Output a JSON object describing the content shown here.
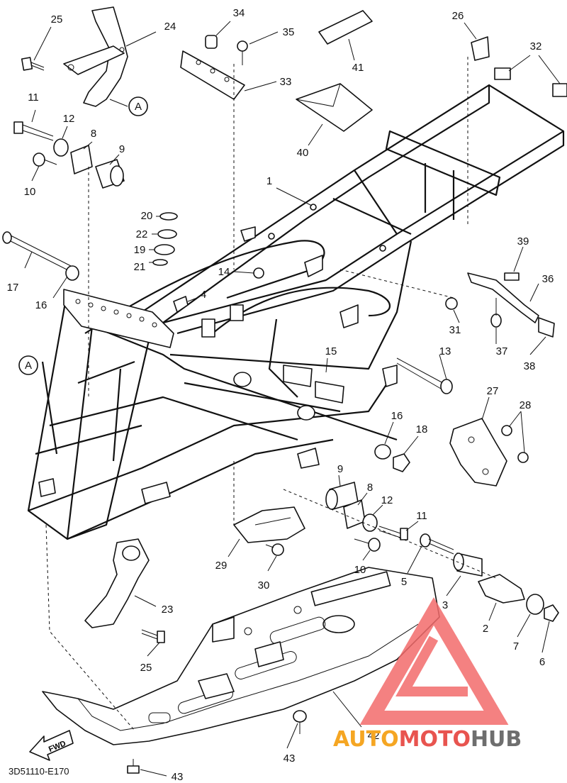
{
  "diagram_code": "3D51110-E170",
  "fwd_label": "FWD",
  "ref_marker": "A",
  "callouts": {
    "c1": "1",
    "c2": "2",
    "c3": "3",
    "c4": "4",
    "c5": "5",
    "c6": "6",
    "c7": "7",
    "c8a": "8",
    "c8b": "8",
    "c9a": "9",
    "c9b": "9",
    "c10a": "10",
    "c10b": "10",
    "c11a": "11",
    "c11b": "11",
    "c12a": "12",
    "c12b": "12",
    "c13": "13",
    "c14": "14",
    "c15": "15",
    "c16a": "16",
    "c16b": "16",
    "c17": "17",
    "c18": "18",
    "c19": "19",
    "c20": "20",
    "c21": "21",
    "c22": "22",
    "c23": "23",
    "c24": "24",
    "c25a": "25",
    "c25b": "25",
    "c26": "26",
    "c27": "27",
    "c28": "28",
    "c29": "29",
    "c30": "30",
    "c31": "31",
    "c32": "32",
    "c33": "33",
    "c34": "34",
    "c35": "35",
    "c36": "36",
    "c37": "37",
    "c38": "38",
    "c39": "39",
    "c40": "40",
    "c41": "41",
    "c42": "42",
    "c43a": "43",
    "c43b": "43"
  },
  "watermark": {
    "part1": "AUTO",
    "part2": "MOTO",
    "part3": "HUB",
    "color_orange": "#f5a623",
    "color_red": "#e8544f",
    "color_gray": "#6e6e6e"
  }
}
